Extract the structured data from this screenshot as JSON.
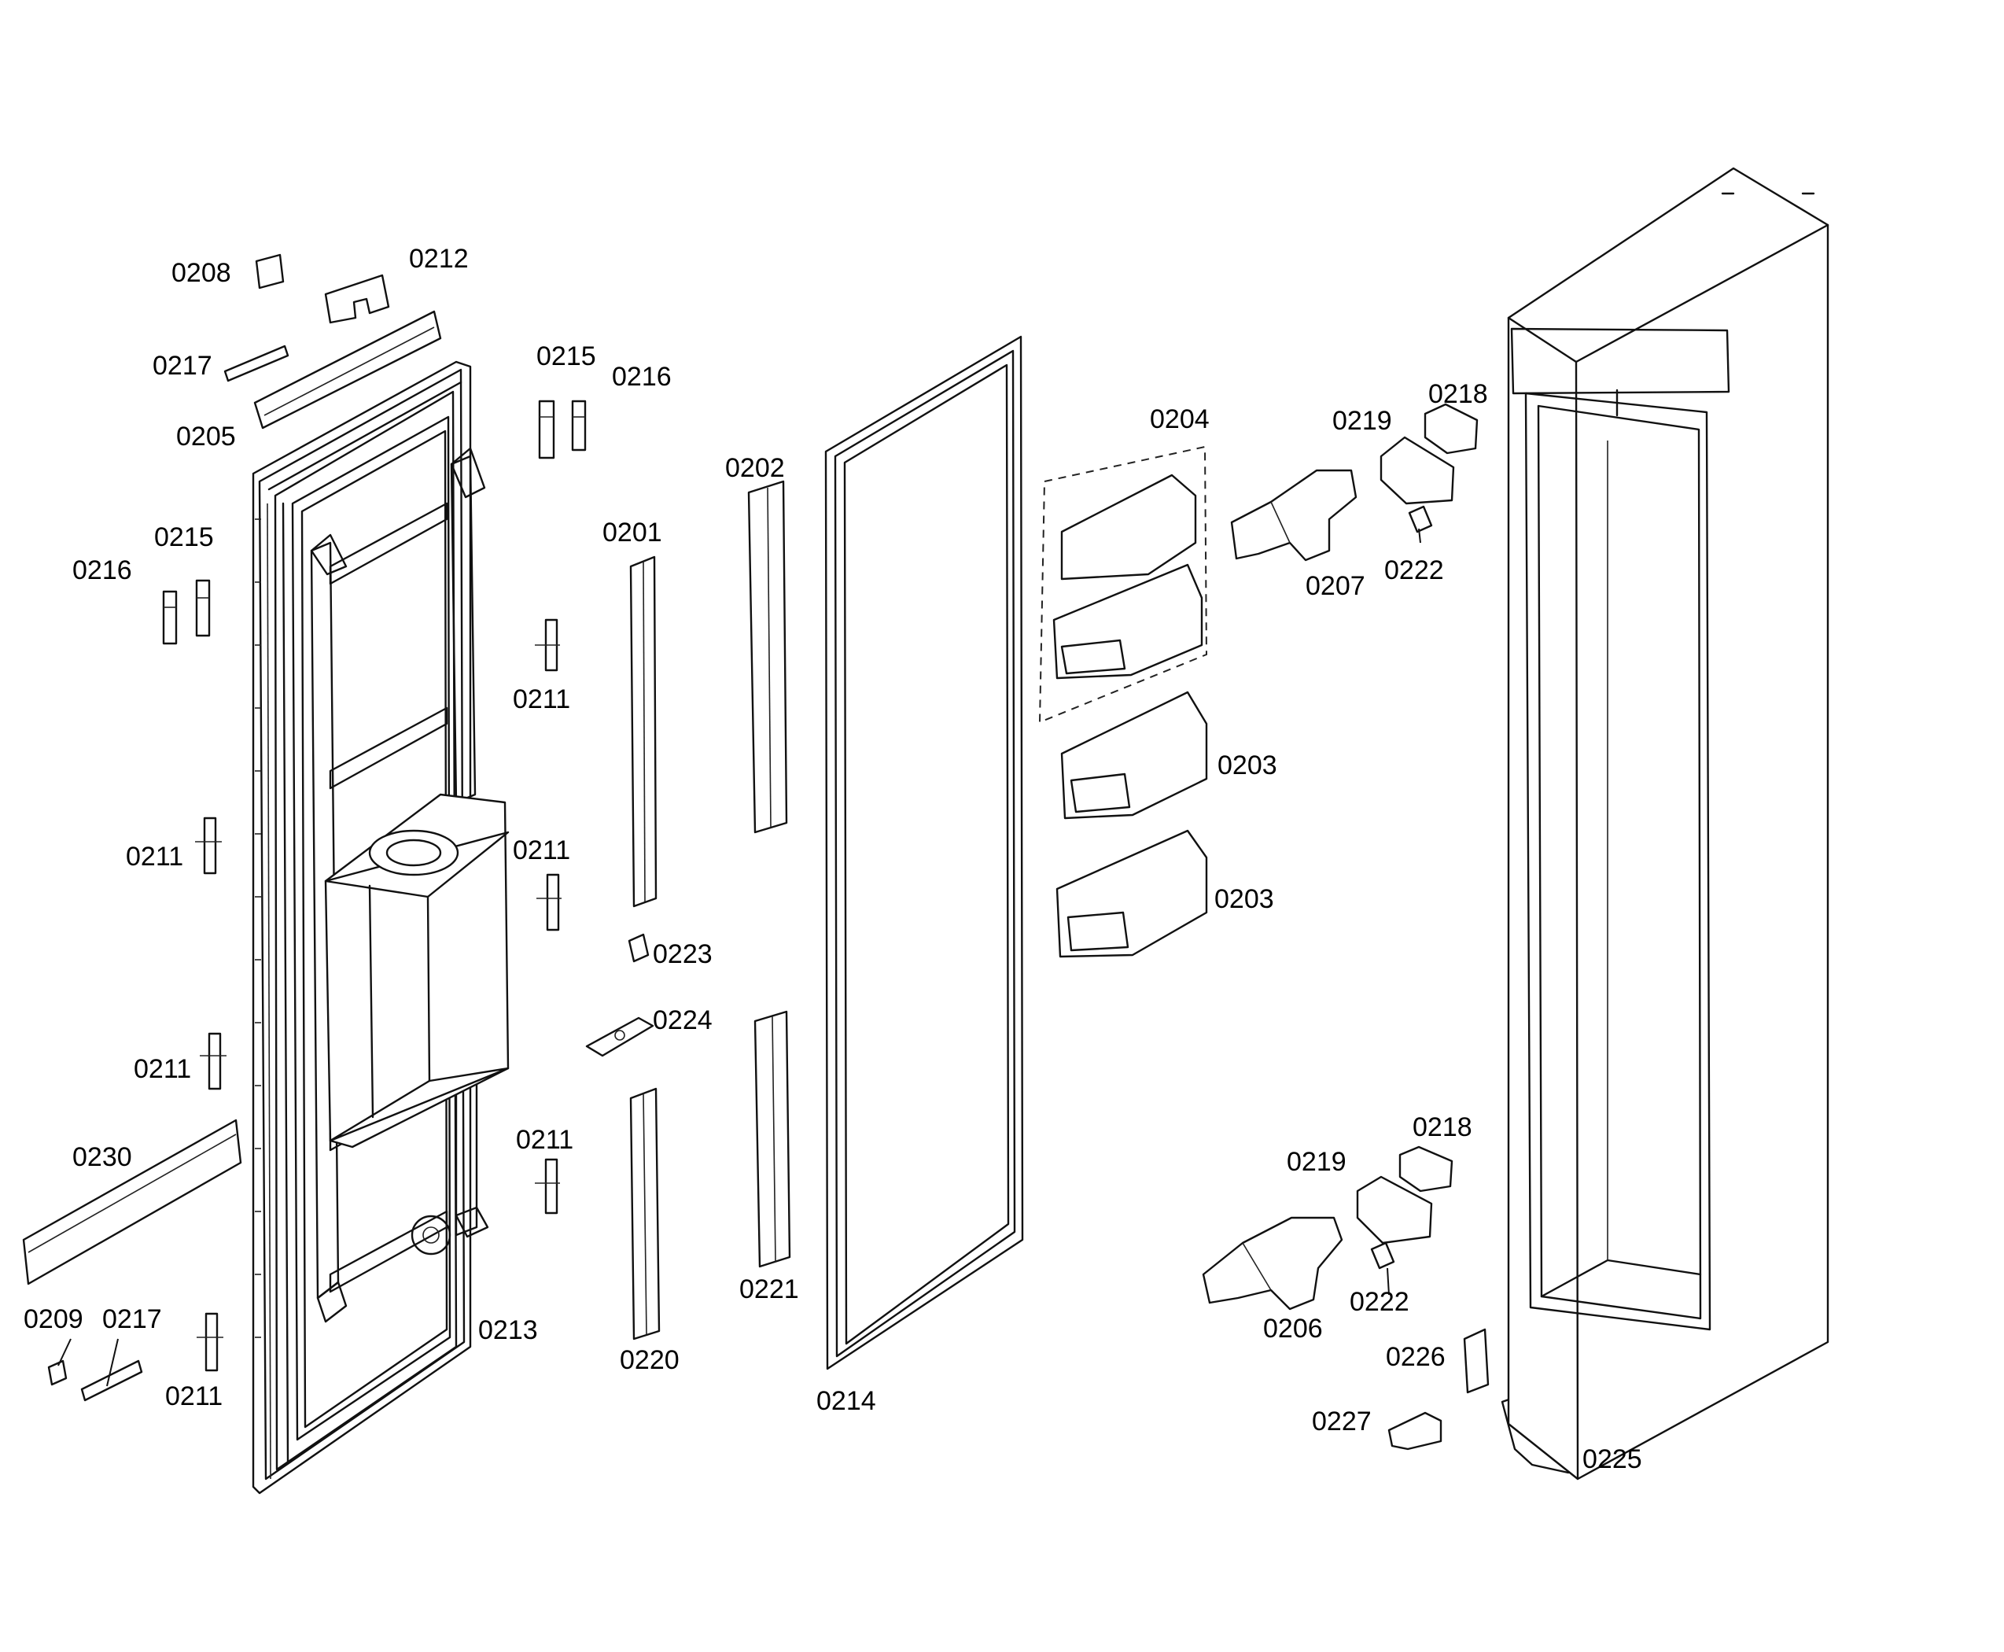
{
  "callouts": {
    "c0208": "0208",
    "c0212": "0212",
    "c0217a": "0217",
    "c0205": "0205",
    "c0215a": "0215",
    "c0216a": "0216",
    "c0215b": "0215",
    "c0216b": "0216",
    "c0211a": "0211",
    "c0211b": "0211",
    "c0211c": "0211",
    "c0211d": "0211",
    "c0211e": "0211",
    "c0211f": "0211",
    "c0230": "0230",
    "c0209": "0209",
    "c0217b": "0217",
    "c0213": "0213",
    "c0201": "0201",
    "c0202": "0202",
    "c0223": "0223",
    "c0224": "0224",
    "c0220": "0220",
    "c0221": "0221",
    "c0214": "0214",
    "c0204": "0204",
    "c0203a": "0203",
    "c0203b": "0203",
    "c0219a": "0219",
    "c0218a": "0218",
    "c0207": "0207",
    "c0222a": "0222",
    "c0218b": "0218",
    "c0219b": "0219",
    "c0222b": "0222",
    "c0206": "0206",
    "c0226": "0226",
    "c0227": "0227",
    "c0225": "0225"
  }
}
